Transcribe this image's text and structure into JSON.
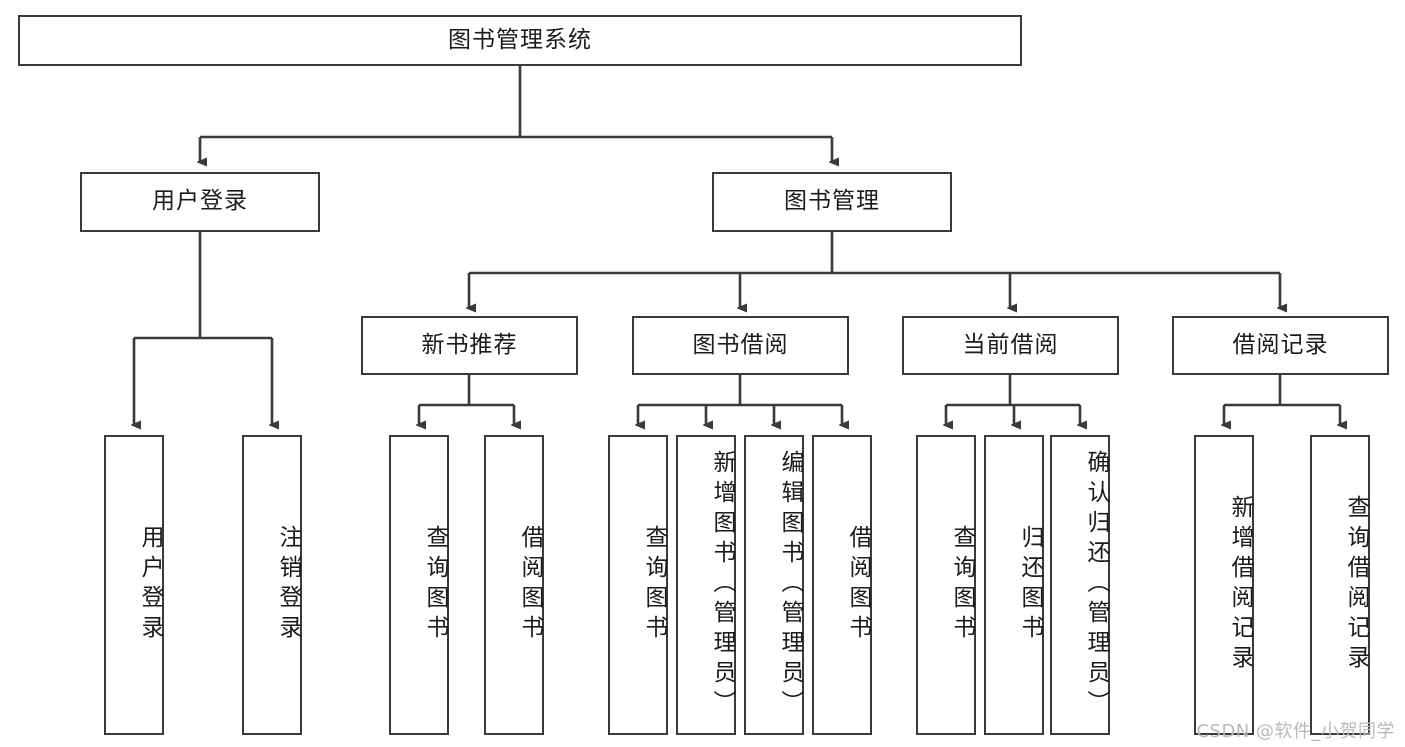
{
  "diagram": {
    "type": "tree",
    "title": "图书管理系统",
    "watermark": "CSDN @软件_小贺同学",
    "colors": {
      "stroke": "#3a3a3a",
      "fill": "#ffffff",
      "text": "#1b1b1b",
      "watermark": "#b9b9b9"
    },
    "nodes": {
      "root": {
        "label": "图书管理系统",
        "orientation": "horizontal"
      },
      "level2": [
        {
          "id": "user-login",
          "label": "用户登录",
          "orientation": "horizontal"
        },
        {
          "id": "book-manage",
          "label": "图书管理",
          "orientation": "horizontal"
        }
      ],
      "level3": [
        {
          "id": "new-book-rec",
          "label": "新书推荐",
          "orientation": "horizontal"
        },
        {
          "id": "book-borrow",
          "label": "图书借阅",
          "orientation": "horizontal"
        },
        {
          "id": "current-borrow",
          "label": "当前借阅",
          "orientation": "horizontal"
        },
        {
          "id": "borrow-record",
          "label": "借阅记录",
          "orientation": "horizontal"
        }
      ],
      "leaves": {
        "user-login": [
          {
            "id": "leaf-user-login",
            "label": "用户登录",
            "orientation": "vertical"
          },
          {
            "id": "leaf-logout",
            "label": "注销登录",
            "orientation": "vertical"
          }
        ],
        "new-book-rec": [
          {
            "id": "leaf-query-book-1",
            "label": "查询图书",
            "orientation": "vertical"
          },
          {
            "id": "leaf-borrow-book-1",
            "label": "借阅图书",
            "orientation": "vertical"
          }
        ],
        "book-borrow": [
          {
            "id": "leaf-query-book-2",
            "label": "查询图书",
            "orientation": "vertical"
          },
          {
            "id": "leaf-add-book",
            "label": "新增图书（管理员）",
            "orientation": "vertical"
          },
          {
            "id": "leaf-edit-book",
            "label": "编辑图书（管理员）",
            "orientation": "vertical"
          },
          {
            "id": "leaf-borrow-book-2",
            "label": "借阅图书",
            "orientation": "vertical"
          }
        ],
        "current-borrow": [
          {
            "id": "leaf-query-book-3",
            "label": "查询图书",
            "orientation": "vertical"
          },
          {
            "id": "leaf-return-book",
            "label": "归还图书",
            "orientation": "vertical"
          },
          {
            "id": "leaf-confirm-return",
            "label": "确认归还（管理员）",
            "orientation": "vertical"
          }
        ],
        "borrow-record": [
          {
            "id": "leaf-add-record",
            "label": "新增借阅记录",
            "orientation": "vertical"
          },
          {
            "id": "leaf-query-record",
            "label": "查询借阅记录",
            "orientation": "vertical"
          }
        ]
      }
    }
  }
}
